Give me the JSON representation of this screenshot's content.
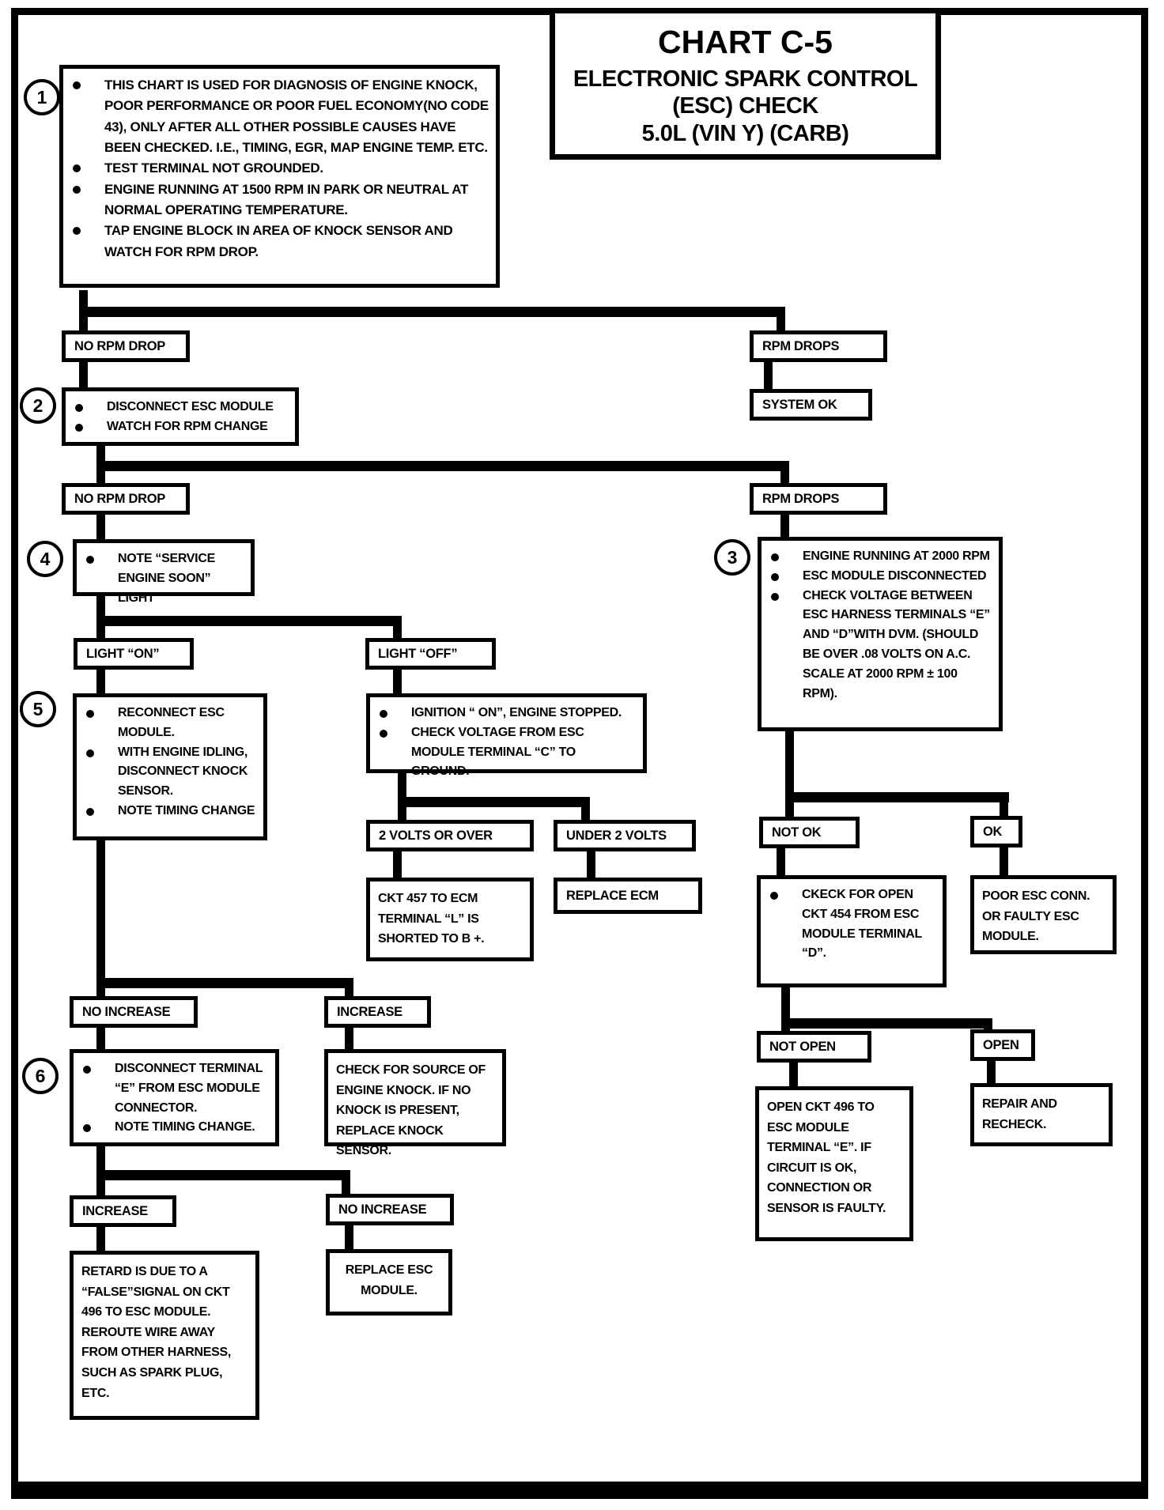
{
  "title": {
    "chart": "CHART C-5",
    "subtitle1": "ELECTRONIC SPARK CONTROL",
    "subtitle2": "(ESC) CHECK",
    "subtitle3": "5.0L  (VIN Y)  (CARB)"
  },
  "steps": {
    "n1": "1",
    "n2": "2",
    "n3": "3",
    "n4": "4",
    "n5": "5",
    "n6": "6"
  },
  "nodes": {
    "start": {
      "bullets": [
        "THIS CHART IS USED FOR DIAGNOSIS OF ENGINE KNOCK, POOR PERFORMANCE OR POOR FUEL ECONOMY(NO CODE 43), ONLY AFTER ALL OTHER POSSIBLE CAUSES HAVE BEEN CHECKED.  I.E., TIMING, EGR, MAP ENGINE TEMP. ETC.",
        "TEST TERMINAL NOT GROUNDED.",
        "ENGINE RUNNING AT 1500 RPM IN PARK OR NEUTRAL AT NORMAL OPERATING TEMPERATURE.",
        "TAP ENGINE BLOCK IN AREA OF KNOCK SENSOR AND WATCH FOR RPM DROP."
      ]
    },
    "no_rpm_drop_1": "NO RPM DROP",
    "rpm_drops_1": "RPM DROPS",
    "system_ok": "SYSTEM OK",
    "disconnect_esc": {
      "bullets": [
        "DISCONNECT ESC MODULE",
        "WATCH FOR RPM CHANGE"
      ]
    },
    "no_rpm_drop_2": "NO RPM DROP",
    "rpm_drops_2": "RPM DROPS",
    "note_light": {
      "bullets": [
        "NOTE “SERVICE ENGINE SOON” LIGHT"
      ]
    },
    "esc_voltage_check": {
      "bullets": [
        "ENGINE RUNNING AT 2000 RPM",
        "ESC MODULE DISCONNECTED",
        "CHECK VOLTAGE BETWEEN ESC HARNESS TERMINALS “E” AND “D”WITH DVM. (SHOULD BE OVER .08 VOLTS ON A.C. SCALE AT 2000 RPM ± 100 RPM)."
      ]
    },
    "light_on": "LIGHT “ON”",
    "light_off": "LIGHT “OFF”",
    "reconnect_esc": {
      "bullets": [
        "RECONNECT ESC MODULE.",
        "WITH ENGINE IDLING, DISCONNECT KNOCK SENSOR.",
        "NOTE TIMING CHANGE"
      ]
    },
    "ignition_check": {
      "bullets": [
        "IGNITION “ ON”, ENGINE STOPPED.",
        "CHECK VOLTAGE FROM ESC  MODULE TERMINAL “C” TO GROUND."
      ]
    },
    "two_volts_or_over": "2 VOLTS OR OVER",
    "under_two_volts": "UNDER 2 VOLTS",
    "ckt457": "CKT 457 TO ECM TERMINAL “L” IS SHORTED TO B +.",
    "replace_ecm": "REPLACE ECM",
    "not_ok": "NOT OK",
    "ok": "OK",
    "ckt454": {
      "bullets": [
        "CKECK FOR OPEN CKT 454 FROM ESC MODULE TERMINAL “D”."
      ]
    },
    "poor_esc": "POOR ESC CONN. OR FAULTY ESC MODULE.",
    "not_open": "NOT OPEN",
    "open": "OPEN",
    "open_ckt496": "OPEN CKT 496 TO ESC MODULE TERMINAL “E”.  IF CIRCUIT IS OK, CONNECTION OR SENSOR IS FAULTY.",
    "repair_recheck": "REPAIR AND RECHECK.",
    "no_increase_1": "NO INCREASE",
    "increase_1": "INCREASE",
    "disconnect_terminal_e": {
      "bullets": [
        "DISCONNECT TERMINAL “E” FROM ESC MODULE CONNECTOR.",
        "NOTE TIMING CHANGE."
      ]
    },
    "check_knock_source": "CHECK FOR SOURCE OF ENGINE KNOCK.  IF NO KNOCK IS PRESENT, REPLACE KNOCK SENSOR.",
    "increase_2": "INCREASE",
    "no_increase_2": "NO INCREASE",
    "retard_false_signal": "RETARD IS DUE TO A “FALSE”SIGNAL ON CKT 496 TO ESC MODULE. REROUTE WIRE AWAY FROM OTHER HARNESS, SUCH AS SPARK PLUG, ETC.",
    "replace_esc_module": "REPLACE ESC MODULE."
  }
}
